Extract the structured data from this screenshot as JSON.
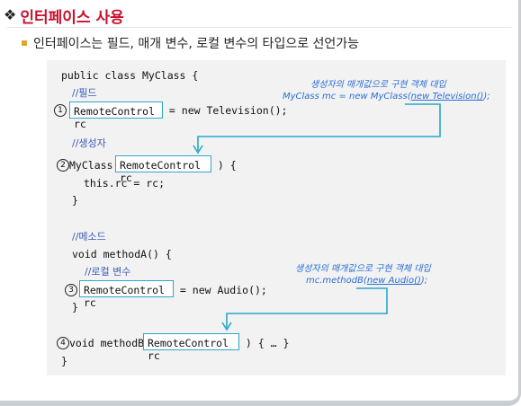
{
  "heading": {
    "marker": "❖",
    "title": "인터페이스 사용"
  },
  "subline": {
    "text": "인터페이스는 필드, 매개 변수, 로컬 변수의 타입으로 선언가능"
  },
  "code": {
    "line_class": "public class MyClass {",
    "comment_field": "//필드",
    "field_type": "RemoteControl rc",
    "field_rest": " = new Television();",
    "comment_ctor": "//생성자",
    "ctor_start": "MyClass(",
    "ctor_param": "RemoteControl rc",
    "ctor_end": " ) {",
    "ctor_body": "this.rc = rc;",
    "ctor_close": "}",
    "comment_method": "//메소드",
    "methodA_decl": "void methodA() {",
    "comment_local": "//로컬 변수",
    "local_type": "RemoteControl rc",
    "local_rest": " = new Audio();",
    "methodA_close": "}",
    "methodB_start": "void methodB(",
    "methodB_param": "RemoteControl rc",
    "methodB_end": " ) { … }",
    "class_close": "}"
  },
  "markers": {
    "m1": "1",
    "m2": "2",
    "m3": "3",
    "m4": "4"
  },
  "notes": {
    "note1_title": "생성자의 매개값으로 구현 객체 대입",
    "note1_code_pre": "MyClass mc = new MyClass(",
    "note1_code_arg": "new Television()",
    "note1_code_post": ");",
    "note2_title": "생성자의 매개값으로 구현 객체 대입",
    "note2_code_pre": "mc.methodB(",
    "note2_code_arg": "new Audio()",
    "note2_code_post": ");"
  },
  "colors": {
    "title": "#c8102e",
    "box": "#2aa8c9",
    "note": "#2a6fd6",
    "bullet": "#e3a62a"
  }
}
